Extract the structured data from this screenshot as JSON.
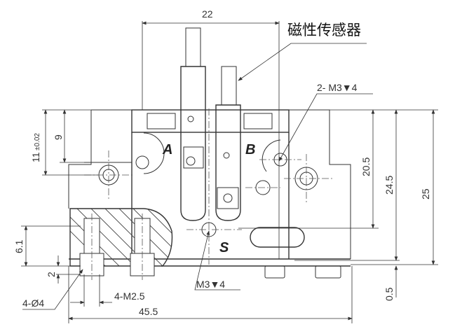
{
  "title": "磁性传感器",
  "dimensions": {
    "top_width": "22",
    "height_9": "9",
    "height_11": "11",
    "height_11_tol": "±0.02",
    "height_20_5": "20.5",
    "height_24_5": "24.5",
    "height_25": "25",
    "gap_0_5": "0.5",
    "total_width": "45.5",
    "depth_6_1": "6.1",
    "depth_2": "2"
  },
  "callouts": {
    "holes_right": "2- M3▼4",
    "hole_bottom": "M3▼4",
    "pins_dia": "4-Ø4",
    "threads": "4-M2.5"
  },
  "letters": {
    "a": "A",
    "b": "B",
    "s": "S"
  }
}
